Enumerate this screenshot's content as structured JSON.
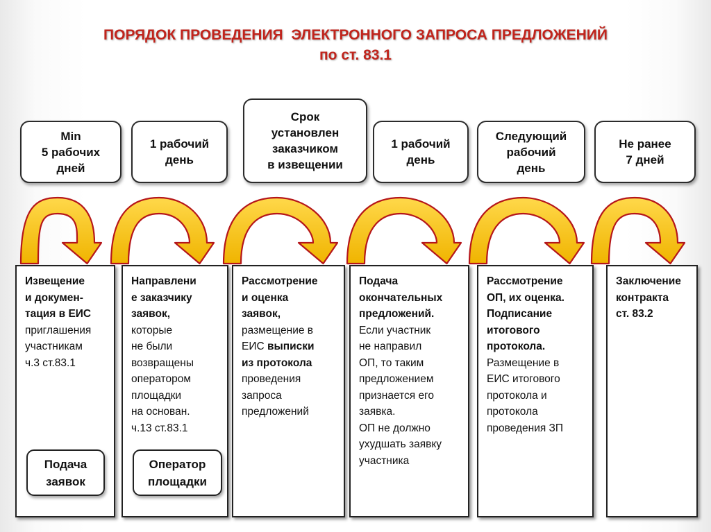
{
  "title": {
    "line1": "ПОРЯДОК ПРОВЕДЕНИЯ  ЭЛЕКТРОННОГО ЗАПРОСА ПРЕДЛОЖЕНИЙ",
    "line2": "по ст. 83.1"
  },
  "colors": {
    "title": "#c0241c",
    "arrow_fill": "#f6c21c",
    "arrow_edge": "#b5161a",
    "box_border": "#222222"
  },
  "timings": [
    {
      "lines": [
        "Min",
        "5 рабочих",
        "дней"
      ]
    },
    {
      "lines": [
        "1 рабочий",
        "день"
      ]
    },
    {
      "lines": [
        "Срок",
        "установлен",
        "заказчиком",
        "в извещении"
      ]
    },
    {
      "lines": [
        "1 рабочий",
        "день"
      ]
    },
    {
      "lines": [
        "Следующий",
        "рабочий",
        "день"
      ]
    },
    {
      "lines": [
        "Не ранее",
        "7 дней"
      ]
    }
  ],
  "steps": [
    {
      "lines": [
        [
          {
            "t": "Извещение",
            "b": true
          }
        ],
        [
          {
            "t": "и докумен-",
            "b": true
          }
        ],
        [
          {
            "t": "тация в ЕИС",
            "b": true
          }
        ],
        [
          {
            "t": "приглашения",
            "b": false
          }
        ],
        [
          {
            "t": "участникам",
            "b": false
          }
        ],
        [
          {
            "t": "ч.3 ст.83.1",
            "b": false
          }
        ]
      ]
    },
    {
      "lines": [
        [
          {
            "t": "Направлени",
            "b": true
          }
        ],
        [
          {
            "t": "е заказчику",
            "b": true
          }
        ],
        [
          {
            "t": "заявок,",
            "b": true
          }
        ],
        [
          {
            "t": "которые",
            "b": false
          }
        ],
        [
          {
            "t": "не были",
            "b": false
          }
        ],
        [
          {
            "t": "возвращены",
            "b": false
          }
        ],
        [
          {
            "t": "оператором",
            "b": false
          }
        ],
        [
          {
            "t": "площадки",
            "b": false
          }
        ],
        [
          {
            "t": "на основан.",
            "b": false
          }
        ],
        [
          {
            "t": "ч.13 ст.83.1",
            "b": false
          }
        ]
      ]
    },
    {
      "lines": [
        [
          {
            "t": "Рассмотрение",
            "b": true
          }
        ],
        [
          {
            "t": "и оценка",
            "b": true
          }
        ],
        [
          {
            "t": "заявок,",
            "b": true
          }
        ],
        [
          {
            "t": "размещение в",
            "b": false
          }
        ],
        [
          {
            "t": "ЕИС ",
            "b": false
          },
          {
            "t": "выписки",
            "b": true
          }
        ],
        [
          {
            "t": "из протокола",
            "b": true
          }
        ],
        [
          {
            "t": "проведения",
            "b": false
          }
        ],
        [
          {
            "t": "запроса",
            "b": false
          }
        ],
        [
          {
            "t": "предложений",
            "b": false
          }
        ]
      ]
    },
    {
      "lines": [
        [
          {
            "t": "Подача",
            "b": true
          }
        ],
        [
          {
            "t": "окончательных",
            "b": true
          }
        ],
        [
          {
            "t": "предложений.",
            "b": true
          }
        ],
        [
          {
            "t": "Если участник",
            "b": false
          }
        ],
        [
          {
            "t": "не направил",
            "b": false
          }
        ],
        [
          {
            "t": "ОП, то таким",
            "b": false
          }
        ],
        [
          {
            "t": "предложением",
            "b": false
          }
        ],
        [
          {
            "t": "признается его",
            "b": false
          }
        ],
        [
          {
            "t": "заявка.",
            "b": false
          }
        ],
        [
          {
            "t": "ОП не должно",
            "b": false
          }
        ],
        [
          {
            "t": "ухудшать заявку",
            "b": false
          }
        ],
        [
          {
            "t": "участника",
            "b": false
          }
        ]
      ]
    },
    {
      "lines": [
        [
          {
            "t": "Рассмотрение",
            "b": true
          }
        ],
        [
          {
            "t": "ОП, их оценка.",
            "b": true
          }
        ],
        [
          {
            "t": "Подписание",
            "b": true
          }
        ],
        [
          {
            "t": "итогового",
            "b": true
          }
        ],
        [
          {
            "t": "протокола.",
            "b": true
          }
        ],
        [
          {
            "t": "Размещение в",
            "b": false
          }
        ],
        [
          {
            "t": "ЕИС итогового",
            "b": false
          }
        ],
        [
          {
            "t": "протокола и",
            "b": false
          }
        ],
        [
          {
            "t": "протокола",
            "b": false
          }
        ],
        [
          {
            "t": "проведения ЗП",
            "b": false
          }
        ]
      ]
    },
    {
      "lines": [
        [
          {
            "t": "Заключение",
            "b": true
          }
        ],
        [
          {
            "t": "контракта",
            "b": true
          }
        ],
        [
          {
            "t": "ст. 83.2",
            "b": true
          }
        ]
      ]
    }
  ],
  "sublabels": [
    {
      "lines": [
        "Подача",
        "заявок"
      ]
    },
    {
      "lines": [
        "Оператор",
        "площадки"
      ]
    }
  ]
}
